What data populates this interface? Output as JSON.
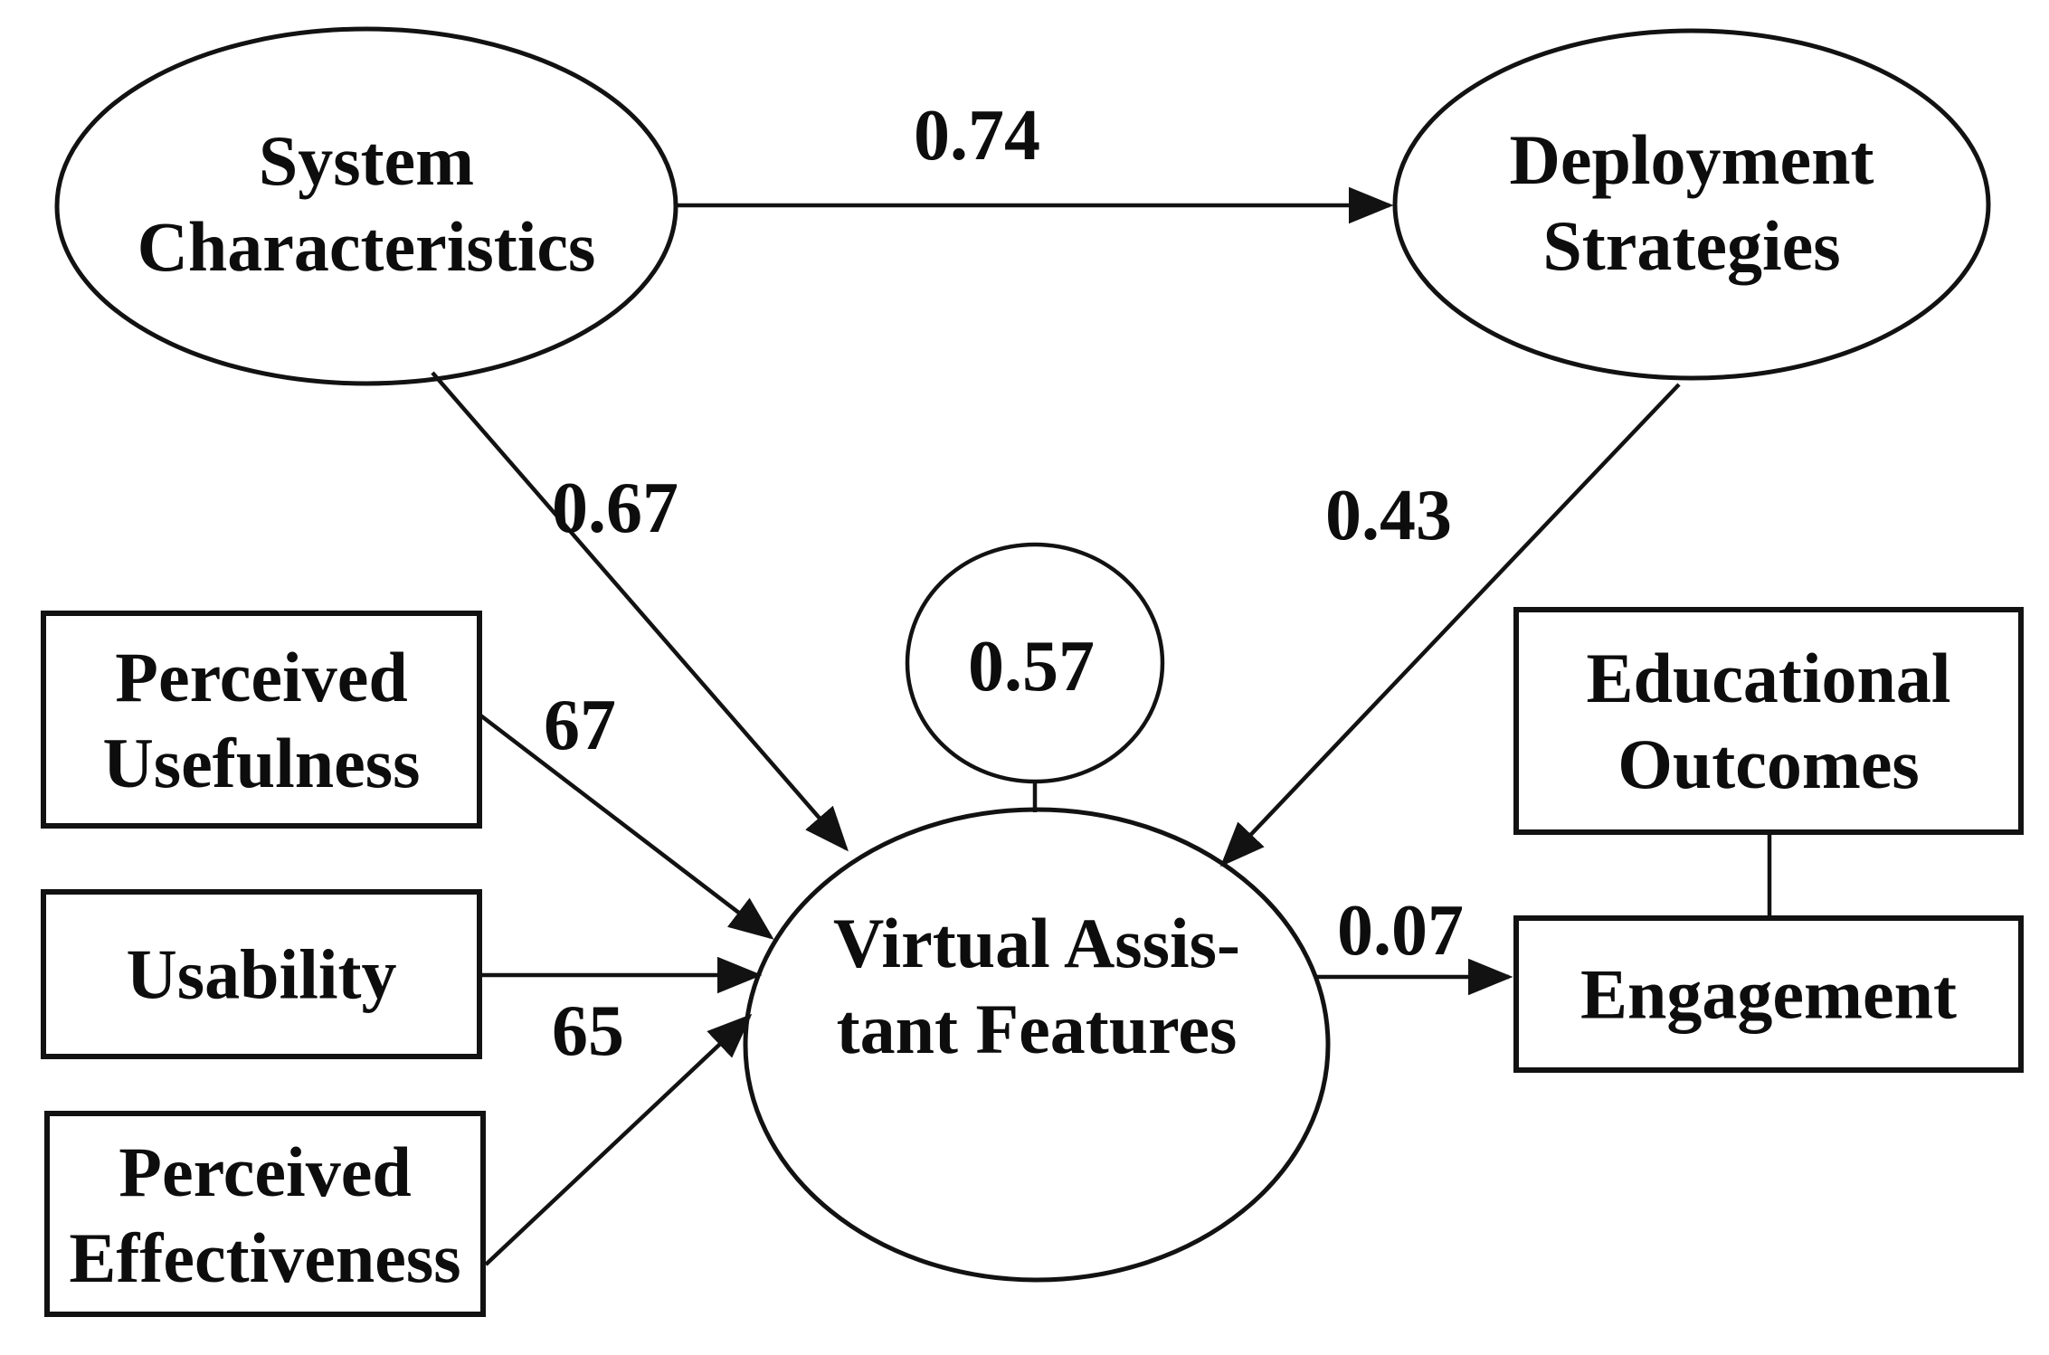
{
  "diagram": {
    "title": "Virtual assistant features path model",
    "colors": {
      "background": "#ffffff",
      "stroke": "#121212",
      "text": "#0d0d0d"
    },
    "nodes": {
      "system_characteristics": {
        "shape": "ellipse",
        "line1": "System",
        "line2": "Characteristics"
      },
      "deployment_strategies": {
        "shape": "ellipse",
        "line1": "Deployment",
        "line2": "Strategies"
      },
      "virtual_assistant_features": {
        "shape": "ellipse",
        "line1": "Virtual Assis-",
        "line2": "tant Features"
      },
      "error_term": {
        "shape": "circle",
        "value": "0.57"
      },
      "perceived_usefulness": {
        "shape": "rect",
        "line1": "Perceived",
        "line2": "Usefulness"
      },
      "usability": {
        "shape": "rect",
        "line1": "Usability"
      },
      "perceived_effectiveness": {
        "shape": "rect",
        "line1": "Perceived",
        "line2": "Effectiveness"
      },
      "educational_outcomes": {
        "shape": "rect",
        "line1": "Educational",
        "line2": "Outcomes"
      },
      "engagement": {
        "shape": "rect",
        "line1": "Engagement"
      }
    },
    "path_labels": {
      "sc_to_ds": "0.74",
      "sc_to_vaf": "0.67",
      "ds_to_vaf": "0.43",
      "pu_to_vaf": "67",
      "pe_to_vaf": "65",
      "vaf_to_engagement": "0.07"
    },
    "edges": [
      {
        "from": "System Characteristics",
        "to": "Deployment Strategies",
        "label": "0.74",
        "arrow": true
      },
      {
        "from": "System Characteristics",
        "to": "Virtual Assistant Features",
        "label": "0.67",
        "arrow": true
      },
      {
        "from": "Deployment Strategies",
        "to": "Virtual Assistant Features",
        "label": "0.43",
        "arrow": true
      },
      {
        "from": "Perceived Usefulness",
        "to": "Virtual Assistant Features",
        "label": "67",
        "arrow": true
      },
      {
        "from": "Usability",
        "to": "Virtual Assistant Features",
        "label": "",
        "arrow": true
      },
      {
        "from": "Perceived Effectiveness",
        "to": "Virtual Assistant Features",
        "label": "65",
        "arrow": true
      },
      {
        "from": "Error term 0.57",
        "to": "Virtual Assistant Features",
        "label": "",
        "arrow": false
      },
      {
        "from": "Educational Outcomes",
        "to": "Engagement",
        "label": "",
        "arrow": false
      },
      {
        "from": "Virtual Assistant Features",
        "to": "Engagement",
        "label": "0.07",
        "arrow": true
      }
    ]
  }
}
